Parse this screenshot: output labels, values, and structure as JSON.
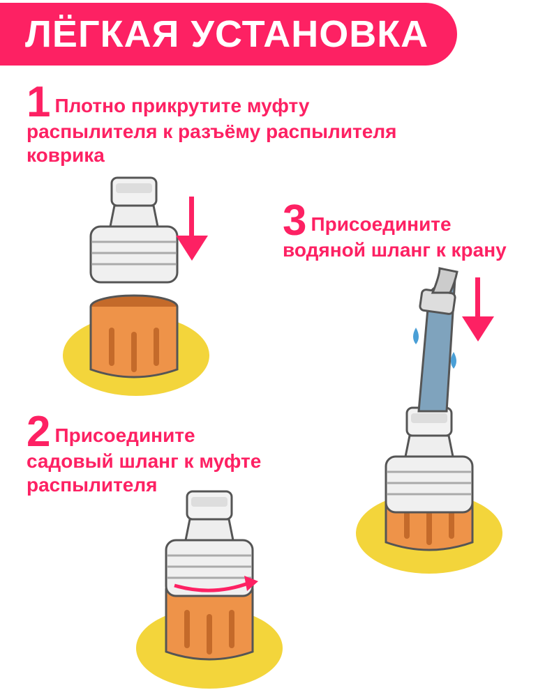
{
  "title": "ЛЁГКАЯ УСТАНОВКА",
  "steps": [
    {
      "number": "1",
      "line1": "Плотно прикрутите муфту",
      "line2": "распылителя к разъёму распылителя",
      "line3": "коврика"
    },
    {
      "number": "2",
      "line1": "Присоедините",
      "line2": "садовый шланг к муфте",
      "line3": "распылителя"
    },
    {
      "number": "3",
      "line1": "Присоедините",
      "line2": "водяной шланг к крану"
    }
  ],
  "colors": {
    "accent": "#fd2163",
    "mat": "#f3d53b",
    "coupling": "#ee9349",
    "connector": "#eeeeee",
    "water": "#4a9fd6"
  }
}
